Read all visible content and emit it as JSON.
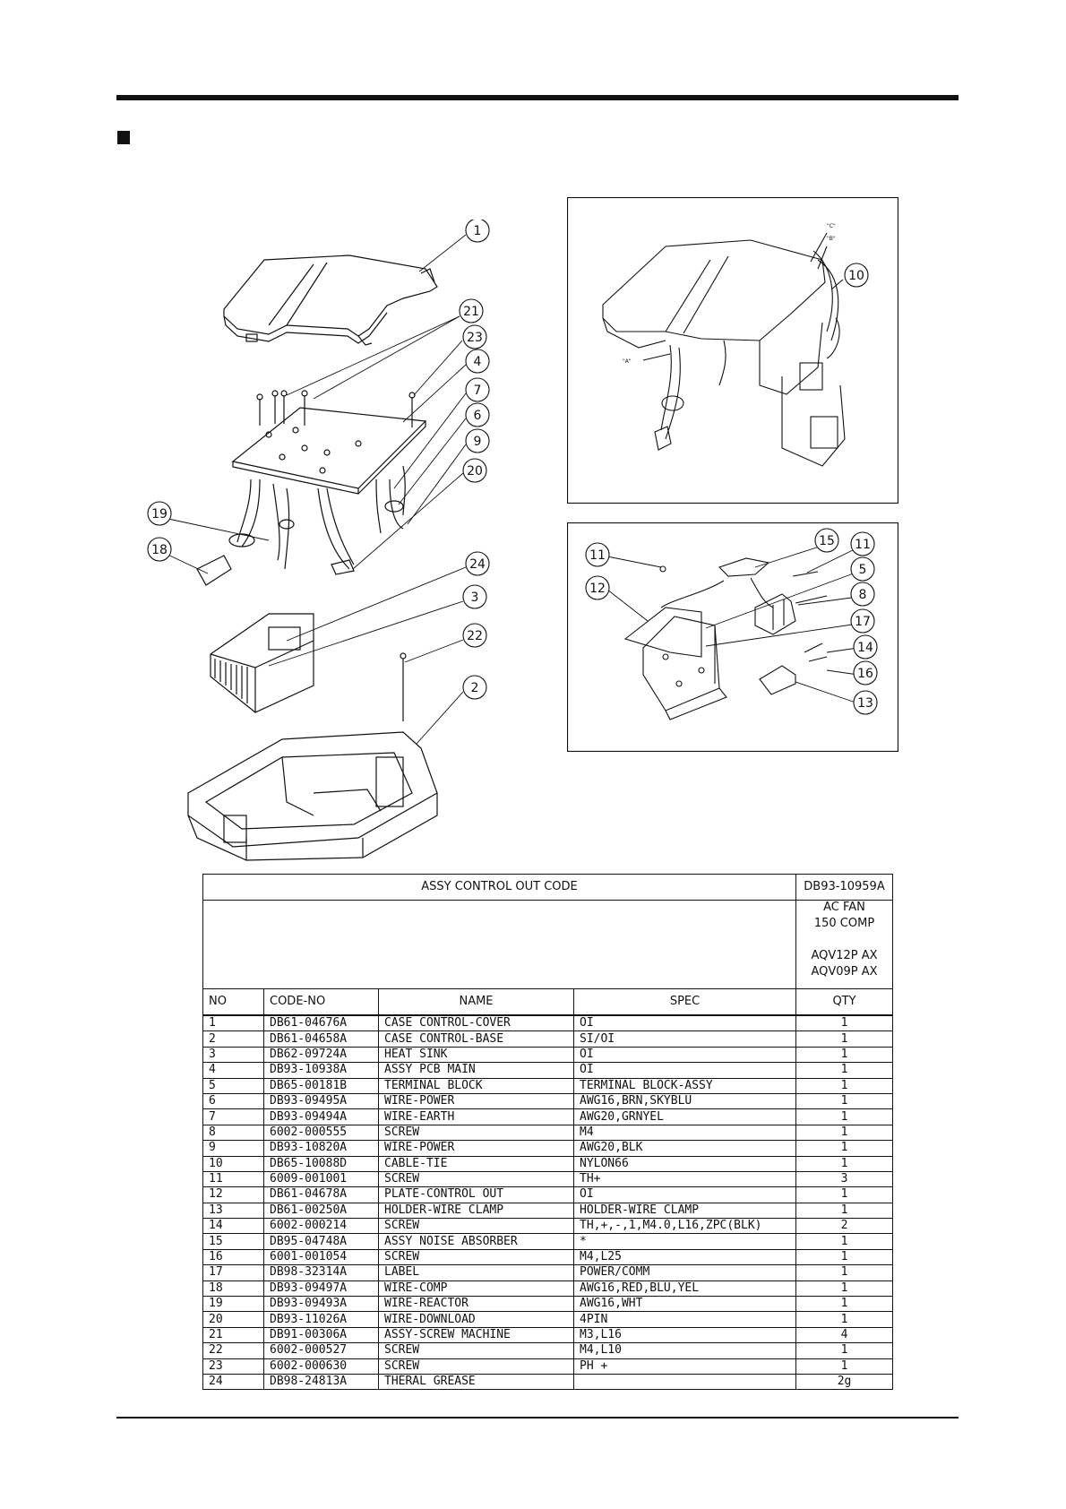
{
  "diagram": {
    "main_callouts": [
      "1",
      "21",
      "23",
      "4",
      "7",
      "6",
      "9",
      "20",
      "19",
      "18",
      "24",
      "3",
      "22",
      "2"
    ],
    "inset_top_labels": {
      "a": "\"A\"",
      "b": "\"B\"",
      "c": "\"C\"",
      "callout": "10"
    },
    "inset_bottom_callouts": [
      "15",
      "11",
      "11",
      "12",
      "5",
      "8",
      "17",
      "14",
      "16",
      "13"
    ]
  },
  "table": {
    "title": "ASSY CONTROL OUT CODE",
    "code": "DB93-10959A",
    "models": [
      "AC FAN",
      "150 COMP",
      "",
      "AQV12P AX",
      "AQV09P AX"
    ],
    "headers": {
      "no": "NO",
      "code": "CODE-NO",
      "name": "NAME",
      "spec": "SPEC",
      "qty": "QTY"
    },
    "rows": [
      {
        "no": "1",
        "code": "DB61-04676A",
        "name": "CASE CONTROL-COVER",
        "spec": "OI",
        "qty": "1"
      },
      {
        "no": "2",
        "code": "DB61-04658A",
        "name": "CASE CONTROL-BASE",
        "spec": "SI/OI",
        "qty": "1"
      },
      {
        "no": "3",
        "code": "DB62-09724A",
        "name": "HEAT SINK",
        "spec": "OI",
        "qty": "1"
      },
      {
        "no": "4",
        "code": "DB93-10938A",
        "name": "ASSY PCB MAIN",
        "spec": "OI",
        "qty": "1"
      },
      {
        "no": "5",
        "code": "DB65-00181B",
        "name": "TERMINAL BLOCK",
        "spec": "TERMINAL BLOCK-ASSY",
        "qty": "1"
      },
      {
        "no": "6",
        "code": "DB93-09495A",
        "name": "WIRE-POWER",
        "spec": "AWG16,BRN,SKYBLU",
        "qty": "1"
      },
      {
        "no": "7",
        "code": "DB93-09494A",
        "name": "WIRE-EARTH",
        "spec": "AWG20,GRNYEL",
        "qty": "1"
      },
      {
        "no": "8",
        "code": "6002-000555",
        "name": "SCREW",
        "spec": "M4",
        "qty": "1"
      },
      {
        "no": "9",
        "code": "DB93-10820A",
        "name": "WIRE-POWER",
        "spec": "AWG20,BLK",
        "qty": "1"
      },
      {
        "no": "10",
        "code": "DB65-10088D",
        "name": "CABLE-TIE",
        "spec": "NYLON66",
        "qty": "1"
      },
      {
        "no": "11",
        "code": "6009-001001",
        "name": "SCREW",
        "spec": "TH+",
        "qty": "3"
      },
      {
        "no": "12",
        "code": "DB61-04678A",
        "name": "PLATE-CONTROL OUT",
        "spec": "OI",
        "qty": "1"
      },
      {
        "no": "13",
        "code": "DB61-00250A",
        "name": "HOLDER-WIRE CLAMP",
        "spec": "HOLDER-WIRE CLAMP",
        "qty": "1"
      },
      {
        "no": "14",
        "code": "6002-000214",
        "name": "SCREW",
        "spec": "TH,+,-,1,M4.0,L16,ZPC(BLK)",
        "qty": "2"
      },
      {
        "no": "15",
        "code": "DB95-04748A",
        "name": "ASSY NOISE ABSORBER",
        "spec": "*",
        "qty": "1"
      },
      {
        "no": "16",
        "code": "6001-001054",
        "name": "SCREW",
        "spec": "M4,L25",
        "qty": "1"
      },
      {
        "no": "17",
        "code": "DB98-32314A",
        "name": "LABEL",
        "spec": "POWER/COMM",
        "qty": "1"
      },
      {
        "no": "18",
        "code": "DB93-09497A",
        "name": "WIRE-COMP",
        "spec": "AWG16,RED,BLU,YEL",
        "qty": "1"
      },
      {
        "no": "19",
        "code": "DB93-09493A",
        "name": "WIRE-REACTOR",
        "spec": "AWG16,WHT",
        "qty": "1"
      },
      {
        "no": "20",
        "code": "DB93-11026A",
        "name": "WIRE-DOWNLOAD",
        "spec": "4PIN",
        "qty": "1"
      },
      {
        "no": "21",
        "code": "DB91-00306A",
        "name": "ASSY-SCREW MACHINE",
        "spec": "M3,L16",
        "qty": "4"
      },
      {
        "no": "22",
        "code": "6002-000527",
        "name": "SCREW",
        "spec": "M4,L10",
        "qty": "1"
      },
      {
        "no": "23",
        "code": "6002-000630",
        "name": "SCREW",
        "spec": "PH +",
        "qty": "1"
      },
      {
        "no": "24",
        "code": "DB98-24813A",
        "name": "THERAL GREASE",
        "spec": "",
        "qty": "2g"
      }
    ]
  }
}
